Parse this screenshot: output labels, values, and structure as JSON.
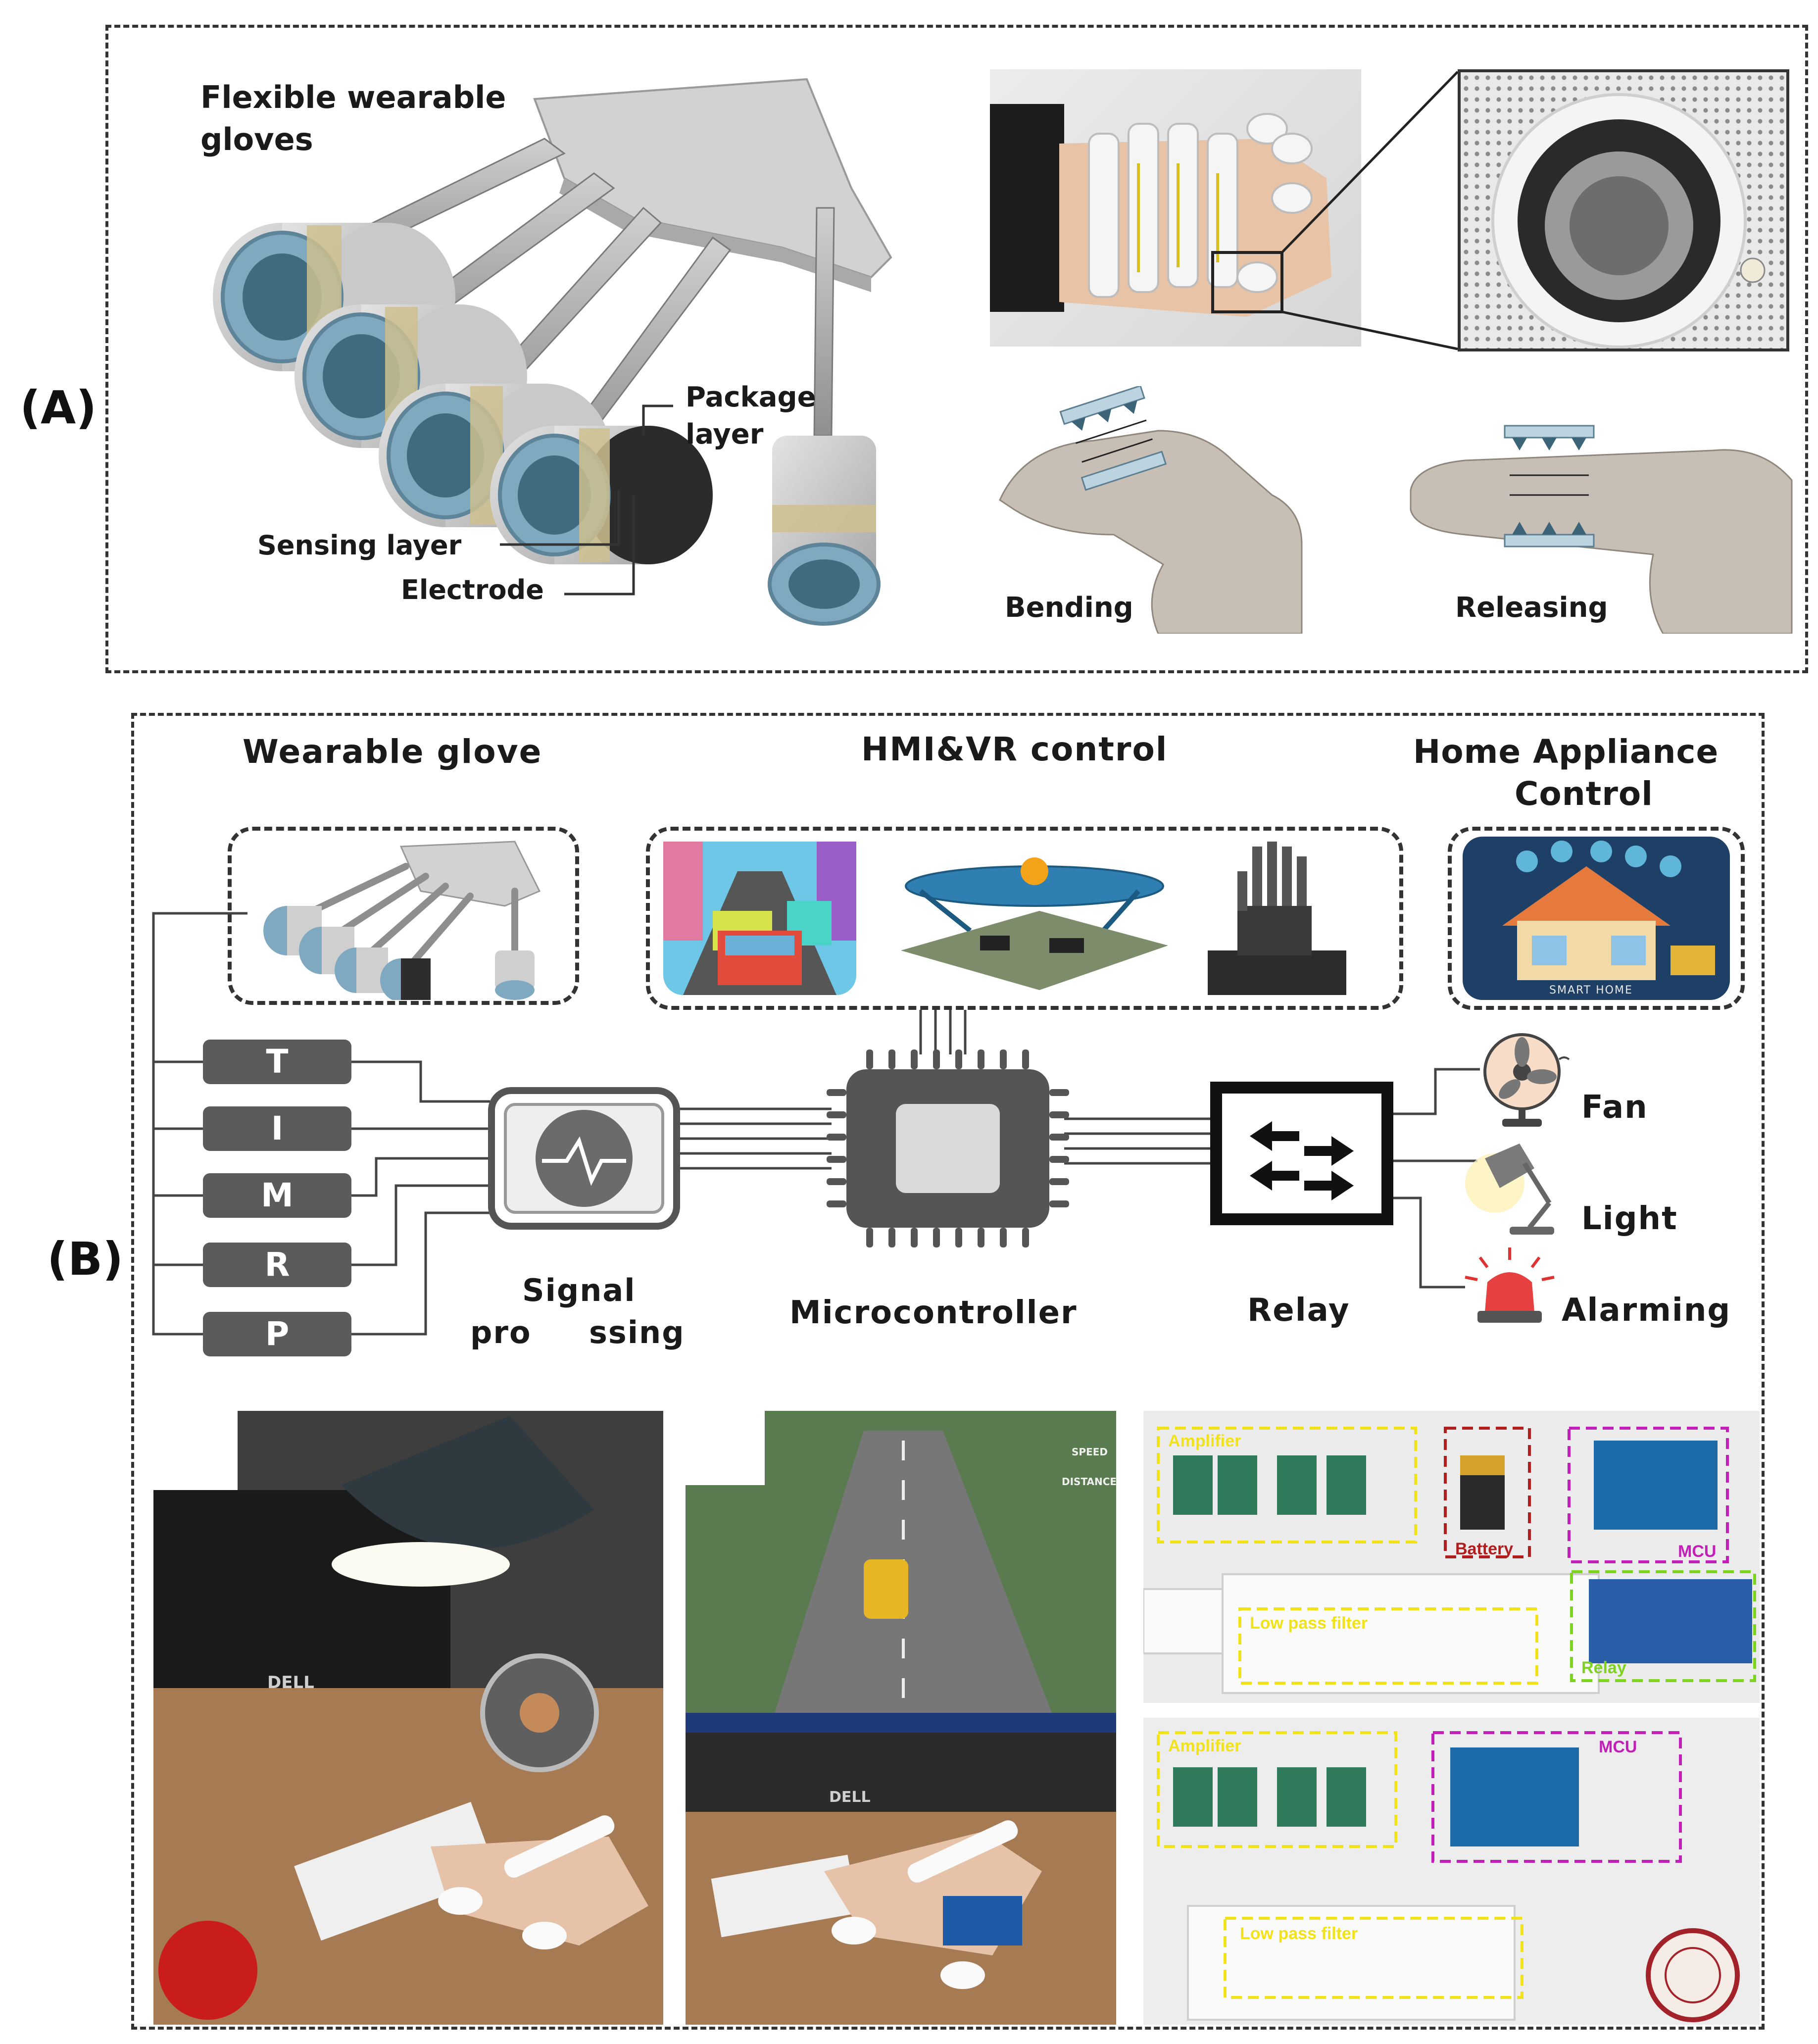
{
  "panelA": {
    "label": "(A)",
    "glove_title_line1": "Flexible wearable",
    "glove_title_line2": "gloves",
    "package_line1": "Package",
    "package_line2": "layer",
    "sensing_layer": "Sensing layer",
    "electrode": "Electrode",
    "bending": "Bending",
    "releasing": "Releasing"
  },
  "panelB": {
    "label": "(B)",
    "wearable_glove": "Wearable glove",
    "hmi_vr": "HMI&VR control",
    "home_line1": "Home Appliance",
    "home_line2": "Control",
    "smart_home": "SMART HOME",
    "fingers": [
      "T",
      "I",
      "M",
      "R",
      "P"
    ],
    "signal_line1": "Signal",
    "signal_line2a": "pro",
    "signal_line2b": "ssing",
    "microcontroller": "Microcontroller",
    "relay": "Relay",
    "fan": "Fan",
    "light": "Light",
    "alarming": "Alarming",
    "monitor_brand": "DELL",
    "game_hud_1": "SPEED",
    "game_hud_2": "DISTANCE",
    "circuit_top": {
      "amplifier": "Amplifier",
      "battery": "Battery",
      "mcu": "MCU",
      "low_pass": "Low pass filter",
      "relay": "Relay"
    },
    "circuit_bottom": {
      "amplifier": "Amplifier",
      "mcu": "MCU",
      "low_pass": "Low pass filter"
    }
  },
  "colors": {
    "amplifier": "#f2e21a",
    "battery": "#b01e1e",
    "mcu": "#c21fb8",
    "low_pass": "#f2e21a",
    "relay": "#7ed321",
    "chip": "#555555",
    "sensor_blue": "#7fa9c0"
  }
}
